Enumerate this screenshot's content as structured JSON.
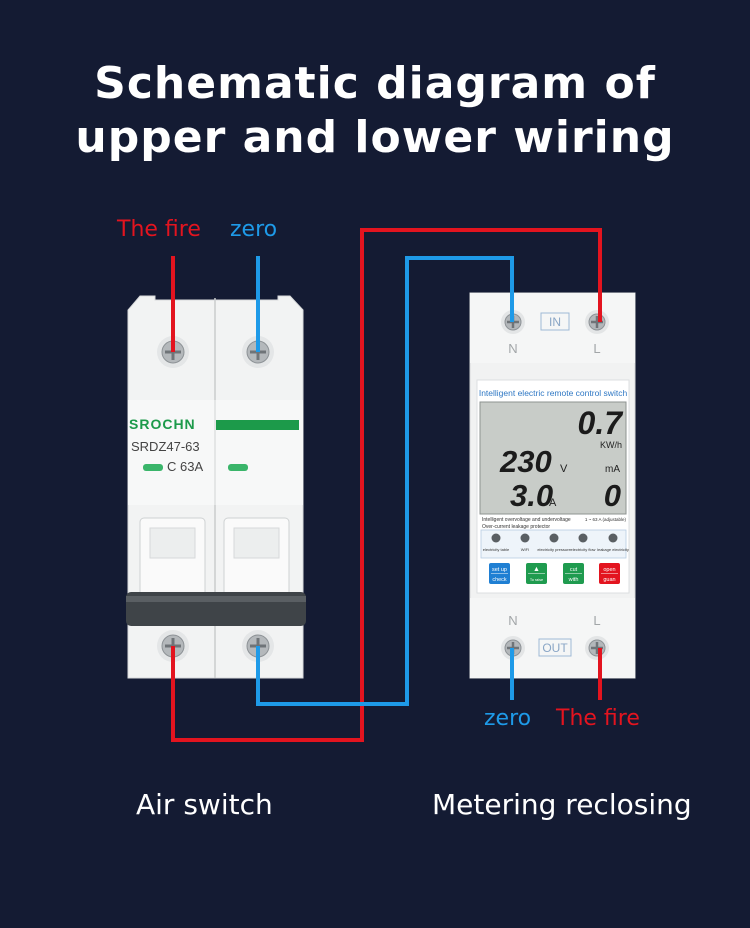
{
  "title": {
    "line1": "Schematic diagram of",
    "line2": "upper and lower wiring"
  },
  "labels": {
    "top_fire": "The fire",
    "top_zero": "zero",
    "bottom_zero": "zero",
    "bottom_fire": "The fire"
  },
  "captions": {
    "left": "Air switch",
    "right": "Metering reclosing"
  },
  "breaker": {
    "brand": "SROCHN",
    "model": "SRDZ47-63",
    "rating": "C 63A"
  },
  "meter": {
    "top_tag": "IN",
    "bottom_tag": "OUT",
    "terminal_n": "N",
    "terminal_l": "L",
    "header": "Intelligent electric remote control switch",
    "display": {
      "energy": "0.7",
      "energy_unit": "KW/h",
      "voltage": "230",
      "voltage_unit": "V",
      "current_unit_ma": "mA",
      "current": "3.0",
      "current_unit": "A",
      "leakage": "0"
    },
    "info_left": "Intelligent overvoltage and undervoltage",
    "info_left2": "Over-current leakage protector",
    "info_right": "1 ~ 63 A (adjustable)",
    "indicators": [
      "electricity table",
      "WIFI",
      "electricity pressure",
      "electricity flow",
      "leakage electricity"
    ],
    "buttons": [
      {
        "top": "set up",
        "bottom": "check"
      },
      {
        "top": "▲",
        "bottom": "To raise"
      },
      {
        "top": "cut",
        "bottom": "with"
      },
      {
        "top": "open",
        "bottom": "guan"
      }
    ]
  },
  "colors": {
    "background": "#141b33",
    "fire": "#e3141f",
    "zero": "#1e9ae8"
  }
}
